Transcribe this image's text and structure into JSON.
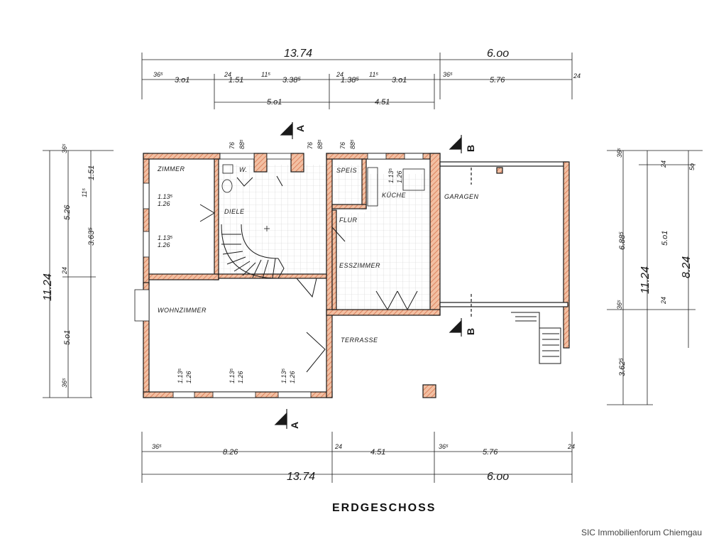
{
  "title": "ERDGESCHOSS",
  "credit": "SIC Immobilienforum Chiemgau",
  "colors": {
    "wall": "#d9744e",
    "wall_fill": "#f3c2a6",
    "line": "#1a1a1a",
    "floor_tile": "#cfcfcf"
  },
  "rooms": {
    "zimmer": "ZIMMER",
    "wc": "W.",
    "diele": "DIELE",
    "speis": "SPEIS",
    "kueche": "KÜCHE",
    "flur": "FLUR",
    "garagen": "GARAGEN",
    "esszimmer": "ESSZIMMER",
    "wohnzimmer": "WOHNZIMMER",
    "terrasse": "TERRASSE"
  },
  "dimensions": {
    "top_total_left": "13.74",
    "top_total_right": "6.oo",
    "top_row1": [
      "36⁵",
      "3.o1",
      "24",
      "1.51",
      "11⁵",
      "3.38⁵",
      "24",
      "1.38⁵",
      "11⁵",
      "3.o1",
      "36⁵",
      "5.76",
      "24"
    ],
    "top_row2": [
      "5.o1",
      "4.51"
    ],
    "bottom_row1": [
      "36⁵",
      "8.26",
      "24",
      "4.51",
      "36⁵",
      "5.76",
      "24"
    ],
    "bottom_total_left": "13.74",
    "bottom_total_right": "6.oo",
    "left_total": "11.24",
    "left_col": [
      "36⁵",
      "1.51",
      "11⁵",
      "5.26",
      "3.63⁵",
      "24",
      "5.o1",
      "36⁵"
    ],
    "right_total_a": "11.24",
    "right_total_b": "8.24",
    "right_col": [
      "36⁵",
      "24",
      "5o",
      "6.88⁵",
      "5.o1",
      "24",
      "36⁵",
      "3.62⁵"
    ],
    "window_labels": [
      "1.13⁵",
      "1.26"
    ],
    "door_labels": [
      "76",
      "88⁵"
    ]
  },
  "sections": {
    "a": "A",
    "b": "B"
  }
}
